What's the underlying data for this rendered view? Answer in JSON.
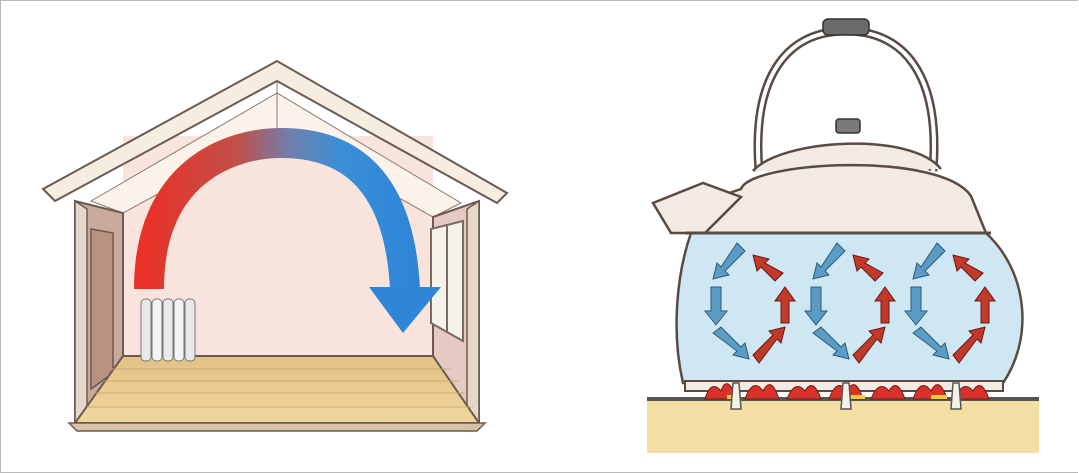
{
  "figure": {
    "panels": [
      {
        "id": "house",
        "subject": "room-convection-current"
      },
      {
        "id": "kettle",
        "subject": "kettle-water-convection"
      }
    ]
  },
  "colors": {
    "warm": "#e8322a",
    "cool": "#2f86d8",
    "water": "#cfe6f3",
    "floor": "#e9cf95",
    "wall": "#c9a99a",
    "counter": "#f3dfa3",
    "kettle_body": "#f1ebe3",
    "outline": "#5a4a44"
  }
}
